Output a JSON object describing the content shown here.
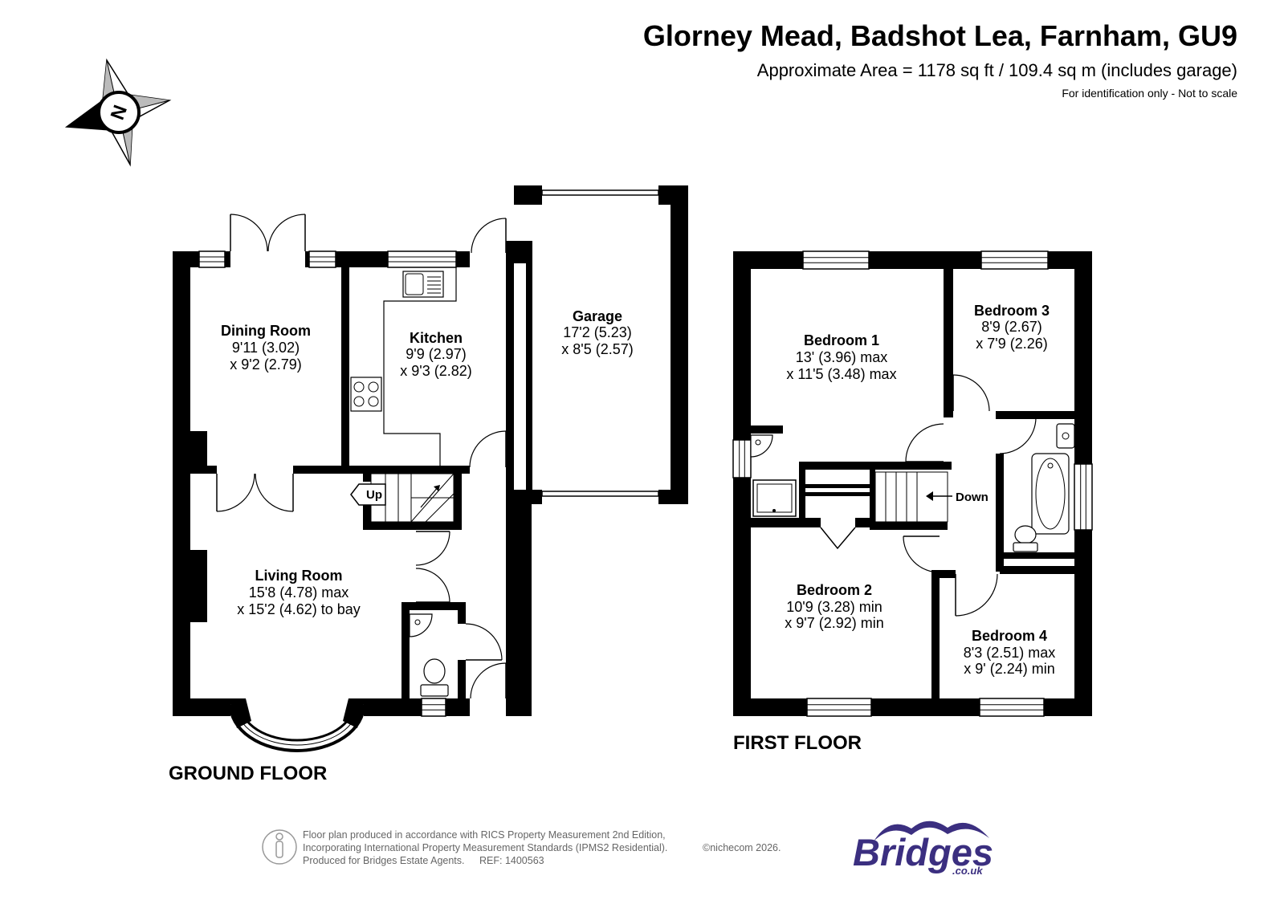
{
  "header": {
    "title": "Glorney Mead, Badshot Lea, Farnham, GU9",
    "area": "Approximate Area = 1178 sq ft / 109.4 sq m (includes garage)",
    "disclaimer": "For identification only - Not to scale"
  },
  "compass": {
    "label": "N"
  },
  "ground_floor": {
    "label": "GROUND FLOOR",
    "stairs_label": "Up",
    "rooms": {
      "dining_room": {
        "name": "Dining Room",
        "dim1": "9'11 (3.02)",
        "dim2": "x 9'2 (2.79)"
      },
      "kitchen": {
        "name": "Kitchen",
        "dim1": "9'9 (2.97)",
        "dim2": "x 9'3 (2.82)"
      },
      "garage": {
        "name": "Garage",
        "dim1": "17'2 (5.23)",
        "dim2": "x 8'5 (2.57)"
      },
      "living_room": {
        "name": "Living Room",
        "dim1": "15'8 (4.78) max",
        "dim2": "x 15'2 (4.62) to bay"
      }
    }
  },
  "first_floor": {
    "label": "FIRST FLOOR",
    "stairs_label": "Down",
    "rooms": {
      "bedroom_1": {
        "name": "Bedroom 1",
        "dim1": "13' (3.96) max",
        "dim2": "x 11'5 (3.48) max"
      },
      "bedroom_3": {
        "name": "Bedroom 3",
        "dim1": "8'9 (2.67)",
        "dim2": "x 7'9 (2.26)"
      },
      "bedroom_2": {
        "name": "Bedroom 2",
        "dim1": "10'9 (3.28) min",
        "dim2": "x 9'7 (2.92) min"
      },
      "bedroom_4": {
        "name": "Bedroom 4",
        "dim1": "8'3 (2.51) max",
        "dim2": "x 9' (2.24) min"
      }
    }
  },
  "footer": {
    "line1": "Floor plan produced in accordance with RICS Property Measurement 2nd Edition,",
    "line2": "Incorporating International Property Measurement Standards (IPMS2 Residential).",
    "line3": "Produced for Bridges Estate Agents.",
    "ref": "REF: 1400563",
    "copyright": "©nichecom 2026."
  },
  "logo": {
    "name": "Bridges",
    "domain": ".co.uk"
  },
  "colors": {
    "walls": "#000000",
    "logo": "#3b2f80",
    "footer_text": "#666666"
  }
}
